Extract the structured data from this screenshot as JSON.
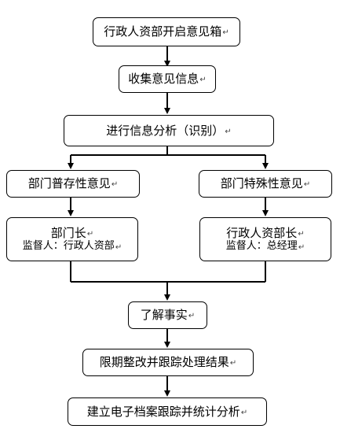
{
  "flowchart": {
    "nodes": {
      "open_box": {
        "text": "行政人资部开启意见箱",
        "mark": "↵"
      },
      "collect": {
        "text": "收集意见信息",
        "mark": "↵"
      },
      "analyze": {
        "text": "进行信息分析（识别）",
        "mark": "↵"
      },
      "dept_common": {
        "text": "部门普存性意见",
        "mark": "↵"
      },
      "dept_special": {
        "text": "部门特殊性意见",
        "mark": "↵"
      },
      "dept_head": {
        "title": "部门长",
        "supervisor": "监督人：行政人资部",
        "mark": "↵"
      },
      "admin_head": {
        "title": "行政人资部长",
        "supervisor": "监督人：总经理",
        "mark": "↵"
      },
      "facts": {
        "text": "了解事实",
        "mark": "↵"
      },
      "rectify": {
        "text": "限期整改并跟踪处理结果",
        "mark": "↵"
      },
      "archive": {
        "text": "建立电子档案跟踪并统计分析",
        "mark": "↵"
      }
    },
    "colors": {
      "line": "#000000",
      "box_border": "#000000",
      "background": "#ffffff"
    }
  }
}
